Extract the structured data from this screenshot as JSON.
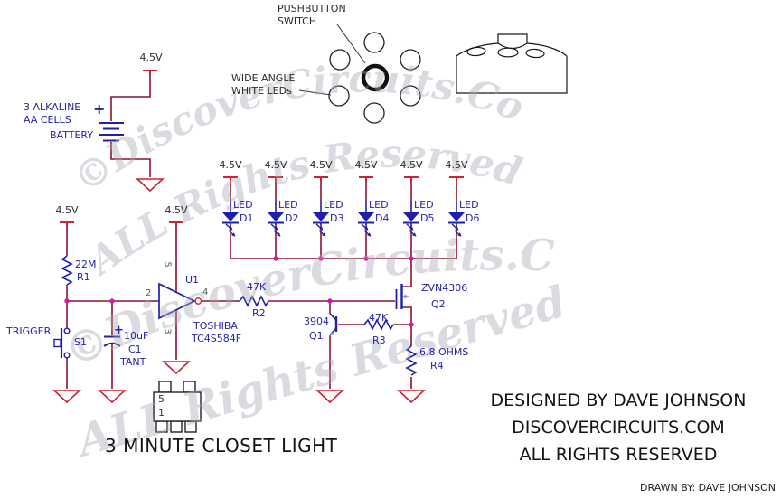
{
  "annotations": {
    "pushbutton_line1": "PUSHBUTTON",
    "pushbutton_line2": "SWITCH",
    "wide_angle_line1": "WIDE ANGLE",
    "wide_angle_line2": "WHITE LEDs"
  },
  "battery": {
    "voltage": "4.5V",
    "plus": "+",
    "desc_line1": "3 ALKALINE",
    "desc_line2": "AA CELLS",
    "label": "BATTERY"
  },
  "rails": {
    "left": "4.5V",
    "u1": "4.5V"
  },
  "trigger_label": "TRIGGER",
  "r1": {
    "value": "22M",
    "ref": "R1"
  },
  "s1": {
    "ref": "S1"
  },
  "c1": {
    "plus": "+",
    "value": "10uF",
    "ref": "C1",
    "type": "TANT"
  },
  "u1": {
    "ref": "U1",
    "pin_in": "2",
    "pin_out": "4",
    "pin_vcc": "5",
    "pin_gnd": "3",
    "mfr": "TOSHIBA",
    "part": "TC4S584F"
  },
  "r2": {
    "value": "47K",
    "ref": "R2"
  },
  "q1": {
    "part": "3904",
    "ref": "Q1"
  },
  "r3": {
    "value": "47K",
    "ref": "R3"
  },
  "q2": {
    "part": "ZVN4306",
    "ref": "Q2"
  },
  "r4": {
    "value": "6.8 OHMS",
    "ref": "R4"
  },
  "leds": [
    {
      "supply": "4.5V",
      "label": "LED",
      "ref": "D1"
    },
    {
      "supply": "4.5V",
      "label": "LED",
      "ref": "D2"
    },
    {
      "supply": "4.5V",
      "label": "LED",
      "ref": "D3"
    },
    {
      "supply": "4.5V",
      "label": "LED",
      "ref": "D4"
    },
    {
      "supply": "4.5V",
      "label": "LED",
      "ref": "D5"
    },
    {
      "supply": "4.5V",
      "label": "LED",
      "ref": "D6"
    }
  ],
  "ic_package": {
    "pin5": "5",
    "pin1": "1"
  },
  "title": "3 MINUTE CLOSET LIGHT",
  "credits": {
    "line1": "DESIGNED BY DAVE JOHNSON",
    "line2": "DISCOVERCIRCUITS.COM",
    "line3": "ALL RIGHTS RESERVED",
    "drawn_by": "DRAWN BY: DAVE JOHNSON"
  },
  "watermark": {
    "line1": "©DiscoverCircuits.Com",
    "line2": "ALL Rights Reserved"
  },
  "colors": {
    "wire": "#8d1230",
    "power_symbol": "#cc2233",
    "component": "#1f1fae",
    "label_blue": "#2424a8",
    "junction": "#d419a0",
    "emitter_arrow": "#8585dd",
    "text_dark": "#2b2b2b"
  }
}
